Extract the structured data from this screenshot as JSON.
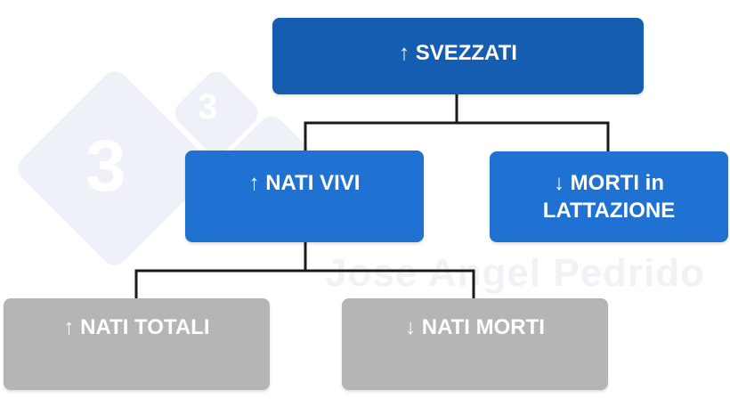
{
  "diagram": {
    "nodes": {
      "svezzati": "↑ SVEZZATI",
      "nati_vivi": "↑ NATI VIVI",
      "morti_lattazione": "↓ MORTI in\nLATTAZIONE",
      "nati_totali": "↑ NATI TOTALI",
      "nati_morti": "↓ NATI MORTI"
    },
    "watermark": {
      "text": "Jose Angel Pedrido",
      "logo_digit": "3"
    }
  },
  "colors": {
    "root": "#155db0",
    "level2": "#1f72d1",
    "level3": "#b5b5b5",
    "connector": "#1a1a1a",
    "watermark": "#eef1f8"
  }
}
